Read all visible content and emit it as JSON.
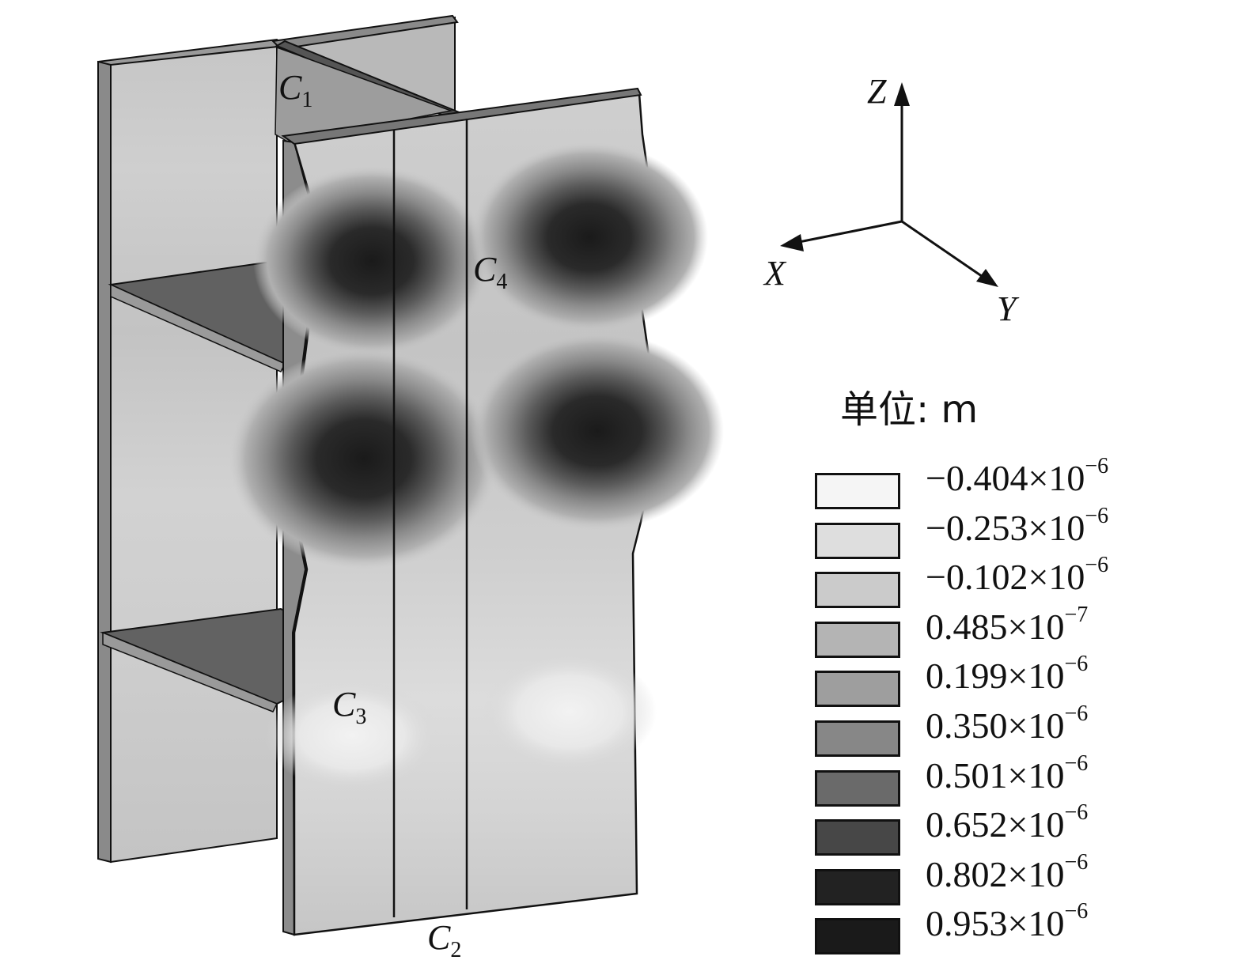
{
  "figure": {
    "labels": {
      "c1": {
        "base": "C",
        "sub": "1"
      },
      "c2": {
        "base": "C",
        "sub": "2"
      },
      "c3": {
        "base": "C",
        "sub": "3"
      },
      "c4": {
        "base": "C",
        "sub": "4"
      }
    },
    "axes": {
      "z": "Z",
      "x": "X",
      "y": "Y"
    }
  },
  "unit_label": "单位: m",
  "legend": {
    "items": [
      {
        "mantissa": "−0.404×10",
        "exp": "−6",
        "color": "#f5f5f5"
      },
      {
        "mantissa": "−0.253×10",
        "exp": "−6",
        "color": "#dedede"
      },
      {
        "mantissa": "−0.102×10",
        "exp": "−6",
        "color": "#cbcbcb"
      },
      {
        "mantissa": "0.485×10",
        "exp": "−7",
        "color": "#b4b4b4"
      },
      {
        "mantissa": "0.199×10",
        "exp": "−6",
        "color": "#9e9e9e"
      },
      {
        "mantissa": "0.350×10",
        "exp": "−6",
        "color": "#878787"
      },
      {
        "mantissa": "0.501×10",
        "exp": "−6",
        "color": "#6a6a6a"
      },
      {
        "mantissa": "0.652×10",
        "exp": "−6",
        "color": "#474747"
      },
      {
        "mantissa": "0.802×10",
        "exp": "−6",
        "color": "#222222"
      },
      {
        "mantissa": "0.953×10",
        "exp": "−6",
        "color": "#1a1a1a"
      }
    ]
  }
}
